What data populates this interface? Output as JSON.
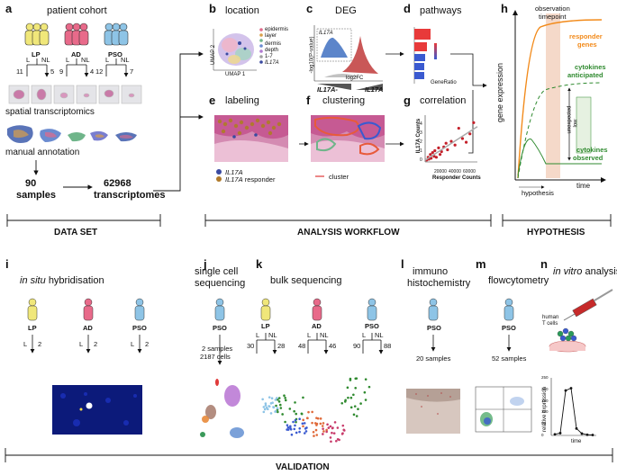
{
  "panels": {
    "a": {
      "letter": "a",
      "title": "patient cohort",
      "groups": [
        {
          "name": "LP",
          "left": "L",
          "right": "NL",
          "n_left": "11",
          "n_right": "5"
        },
        {
          "name": "AD",
          "left": "L",
          "right": "NL",
          "n_left": "9",
          "n_right": "4"
        },
        {
          "name": "PSO",
          "left": "L",
          "right": "NL",
          "n_left": "12",
          "n_right": "7"
        }
      ],
      "spatial": "spatial transcriptomics",
      "annotation": "manual annotation",
      "samples_n": "90",
      "samples_l": "samples",
      "trans_n": "62968",
      "trans_l": "transcriptomes",
      "colors": {
        "LP": "#f0e77a",
        "AD": "#e86a8a",
        "PSO": "#8ec4e6"
      }
    },
    "b": {
      "letter": "b",
      "title": "location",
      "axis_x": "UMAP 1",
      "axis_y": "UMAP 2",
      "legend": [
        "epidermis",
        "layer",
        "dermis",
        "depth",
        "1-7",
        "IL17A"
      ]
    },
    "c": {
      "letter": "c",
      "title": "DEG",
      "inset": "IL17A",
      "xlabel": "log2FC",
      "ylabel": "-log10(P-value)",
      "left": "IL17A-",
      "right": "IL17A"
    },
    "d": {
      "letter": "d",
      "title": "pathways",
      "xlabel": "GeneRatio"
    },
    "e": {
      "letter": "e",
      "title": "labeling",
      "legend1": "IL17A",
      "legend2": "IL17A responder"
    },
    "f": {
      "letter": "f",
      "title": "clustering",
      "legend": "cluster"
    },
    "g": {
      "letter": "g",
      "title": "correlation",
      "ylabel": "IL17A Counts",
      "xlabel": "Responder Counts",
      "xticks": [
        "20000",
        "40000",
        "60000"
      ],
      "yticks": [
        "0",
        "1",
        "2",
        "3",
        "4"
      ]
    },
    "h": {
      "letter": "h",
      "obs1": "observation",
      "obs2": "timepoint",
      "ylabel": "gene expression",
      "xlabel": "time",
      "responder1": "responder",
      "responder2": "genes",
      "anticipated1": "cytokines",
      "anticipated2": "anticipated",
      "observed1": "cytokines",
      "observed2": "observed",
      "unexpected1": "unexpected",
      "unexpected2": "low",
      "hypothesis": "hypothesis"
    },
    "i": {
      "letter": "i",
      "title_it": "in situ",
      "title": "hybridisation",
      "groups": [
        "LP",
        "AD",
        "PSO"
      ],
      "l": "L",
      "n": "2"
    },
    "j": {
      "letter": "j",
      "title1": "single cell",
      "title2": "sequencing",
      "group": "PSO",
      "line1": "2 samples",
      "line2": "2187 cells"
    },
    "k": {
      "letter": "k",
      "title": "bulk sequencing",
      "groups": [
        {
          "name": "LP",
          "l": "L",
          "nl": "NL",
          "nL": "30",
          "nNL": "28"
        },
        {
          "name": "AD",
          "l": "L",
          "nl": "NL",
          "nL": "48",
          "nNL": "46"
        },
        {
          "name": "PSO",
          "l": "L",
          "nl": "NL",
          "nL": "90",
          "nNL": "88"
        }
      ]
    },
    "l": {
      "letter": "l",
      "title1": "immuno",
      "title2": "histochemistry",
      "group": "PSO",
      "line": "20 samples"
    },
    "m": {
      "letter": "m",
      "title": "flowcytometry",
      "group": "PSO",
      "line": "52 samples"
    },
    "n": {
      "letter": "n",
      "title_it": "in vitro",
      "title": "analysis",
      "cells1": "human",
      "cells2": "T cells",
      "ylabel": "relative expression",
      "xlabel": "time",
      "yticks": [
        "0",
        "50",
        "100",
        "150",
        "200",
        "250"
      ]
    }
  },
  "sections": {
    "data_set": "DATA SET",
    "analysis": "ANALYSIS WORKFLOW",
    "hypothesis": "HYPOTHESIS",
    "validation": "VALIDATION"
  },
  "chart_data": [
    {
      "type": "scatter",
      "title": "correlation",
      "xlabel": "Responder Counts",
      "ylabel": "IL17A Counts",
      "xlim": [
        0,
        70000
      ],
      "ylim": [
        0,
        5
      ],
      "x": [
        2000,
        4000,
        5000,
        7000,
        8000,
        10000,
        12000,
        13000,
        15000,
        18000,
        20000,
        22000,
        25000,
        28000,
        30000,
        35000,
        40000,
        45000,
        50000,
        55000,
        60000,
        65000
      ],
      "y": [
        0.2,
        0.5,
        0.3,
        0.8,
        0.4,
        1.0,
        0.6,
        1.2,
        0.5,
        1.5,
        0.8,
        1.1,
        1.6,
        2.0,
        1.3,
        2.2,
        1.8,
        3.6,
        2.5,
        2.1,
        3.0,
        4.2
      ]
    },
    {
      "type": "line",
      "ylabel": "relative expression",
      "xlabel": "time",
      "ylim": [
        0,
        250
      ],
      "x": [
        0,
        1,
        2,
        3,
        4,
        5,
        6,
        7
      ],
      "y": [
        5,
        10,
        195,
        205,
        30,
        8,
        3,
        2
      ]
    }
  ]
}
